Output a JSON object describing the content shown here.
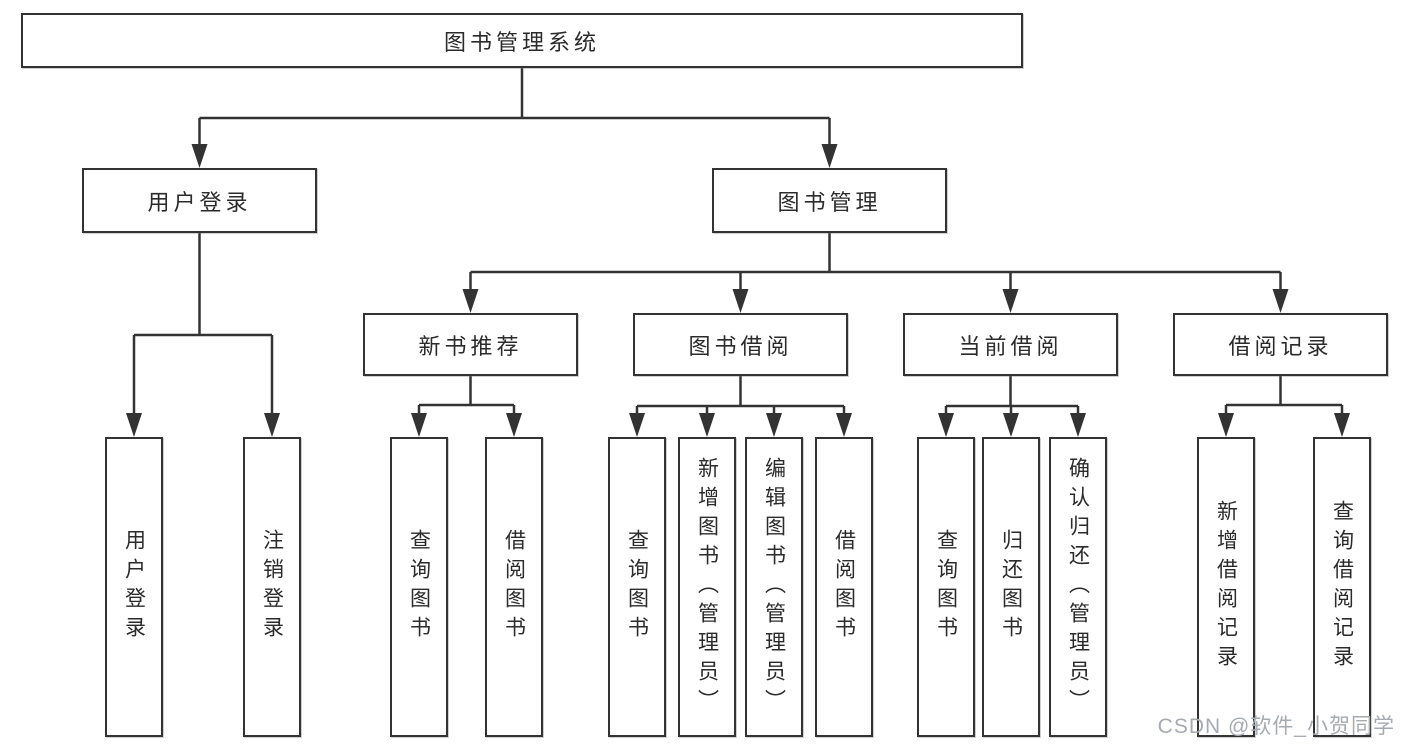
{
  "diagram_type": "tree",
  "tree": {
    "label": "图书管理系统",
    "children": [
      {
        "label": "用户登录",
        "children": [
          {
            "label": "用户登录"
          },
          {
            "label": "注销登录"
          }
        ]
      },
      {
        "label": "图书管理",
        "children": [
          {
            "label": "新书推荐",
            "children": [
              {
                "label": "查询图书"
              },
              {
                "label": "借阅图书"
              }
            ]
          },
          {
            "label": "图书借阅",
            "children": [
              {
                "label": "查询图书"
              },
              {
                "label": "新增图书（管理员）"
              },
              {
                "label": "编辑图书（管理员）"
              },
              {
                "label": "借阅图书"
              }
            ]
          },
          {
            "label": "当前借阅",
            "children": [
              {
                "label": "查询图书"
              },
              {
                "label": "归还图书"
              },
              {
                "label": "确认归还（管理员）"
              }
            ]
          },
          {
            "label": "借阅记录",
            "children": [
              {
                "label": "新增借阅记录"
              },
              {
                "label": "查询借阅记录"
              }
            ]
          }
        ]
      }
    ]
  },
  "watermark": {
    "text": "CSDN @软件_小贺同学"
  },
  "colors": {
    "line": "#333333",
    "box_border": "#333333",
    "box_fill": "#ffffff",
    "text": "#2b2b2b",
    "watermark": "#a6abb1",
    "background": "#ffffff"
  }
}
